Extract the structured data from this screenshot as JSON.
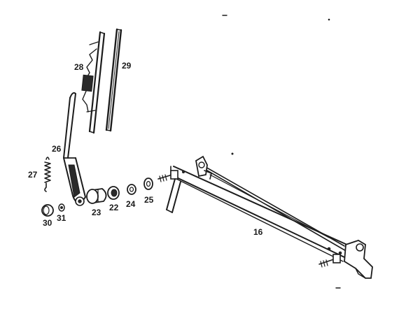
{
  "diagram": {
    "labels": {
      "p16": "16",
      "p22": "22",
      "p23": "23",
      "p24": "24",
      "p25": "25",
      "p26": "26",
      "p27": "27",
      "p28": "28",
      "p29": "29",
      "p30": "30",
      "p31": "31"
    }
  }
}
